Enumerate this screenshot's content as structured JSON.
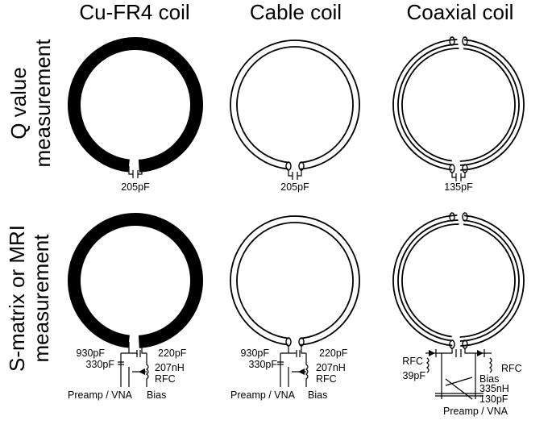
{
  "columns": [
    "Cu-FR4 coil",
    "Cable coil",
    "Coaxial coil"
  ],
  "rows": {
    "top": [
      "Q value",
      "measurement"
    ],
    "bottom": [
      "S-matrix or MRI",
      "measurement"
    ]
  },
  "top_labels": {
    "cufr4_cap": "205pF",
    "cable_cap": "205pF",
    "coax_cap": "135pF"
  },
  "cufr4_circuit": {
    "c1": "930pF",
    "c2": "330pF",
    "c3": "220pF",
    "l1": "207nH",
    "rfc": "RFC",
    "preamp": "Preamp / VNA",
    "bias": "Bias"
  },
  "cable_circuit": {
    "c1": "930pF",
    "c2": "330pF",
    "c3": "220pF",
    "l1": "207nH",
    "rfc": "RFC",
    "preamp": "Preamp / VNA",
    "bias": "Bias"
  },
  "coax_circuit": {
    "rfc_left": "RFC",
    "rfc_right": "RFC",
    "c1": "39pF",
    "bias": "Bias",
    "l1": "335nH",
    "c2": "130pF",
    "preamp": "Preamp / VNA"
  }
}
